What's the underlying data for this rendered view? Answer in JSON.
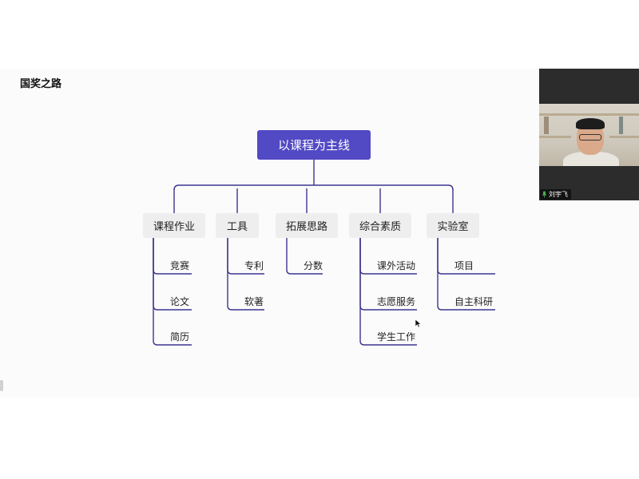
{
  "slide": {
    "title": "国奖之路"
  },
  "mindmap": {
    "root": "以课程为主线",
    "branches": [
      {
        "label": "课程作业",
        "items": [
          "竞赛",
          "论文",
          "简历"
        ]
      },
      {
        "label": "工具",
        "items": [
          "专利",
          "软著"
        ]
      },
      {
        "label": "拓展思路",
        "items": [
          "分数"
        ]
      },
      {
        "label": "综合素质",
        "items": [
          "课外活动",
          "志愿服务",
          "学生工作"
        ]
      },
      {
        "label": "实验室",
        "items": [
          "项目",
          "自主科研"
        ]
      }
    ]
  },
  "video": {
    "participant_name": "刘宇飞",
    "mic_icon": "mic-icon"
  },
  "colors": {
    "accent": "#5249c4",
    "connector": "#3d358f",
    "branch_bg": "#eeeeee",
    "mic": "#4caf50"
  }
}
